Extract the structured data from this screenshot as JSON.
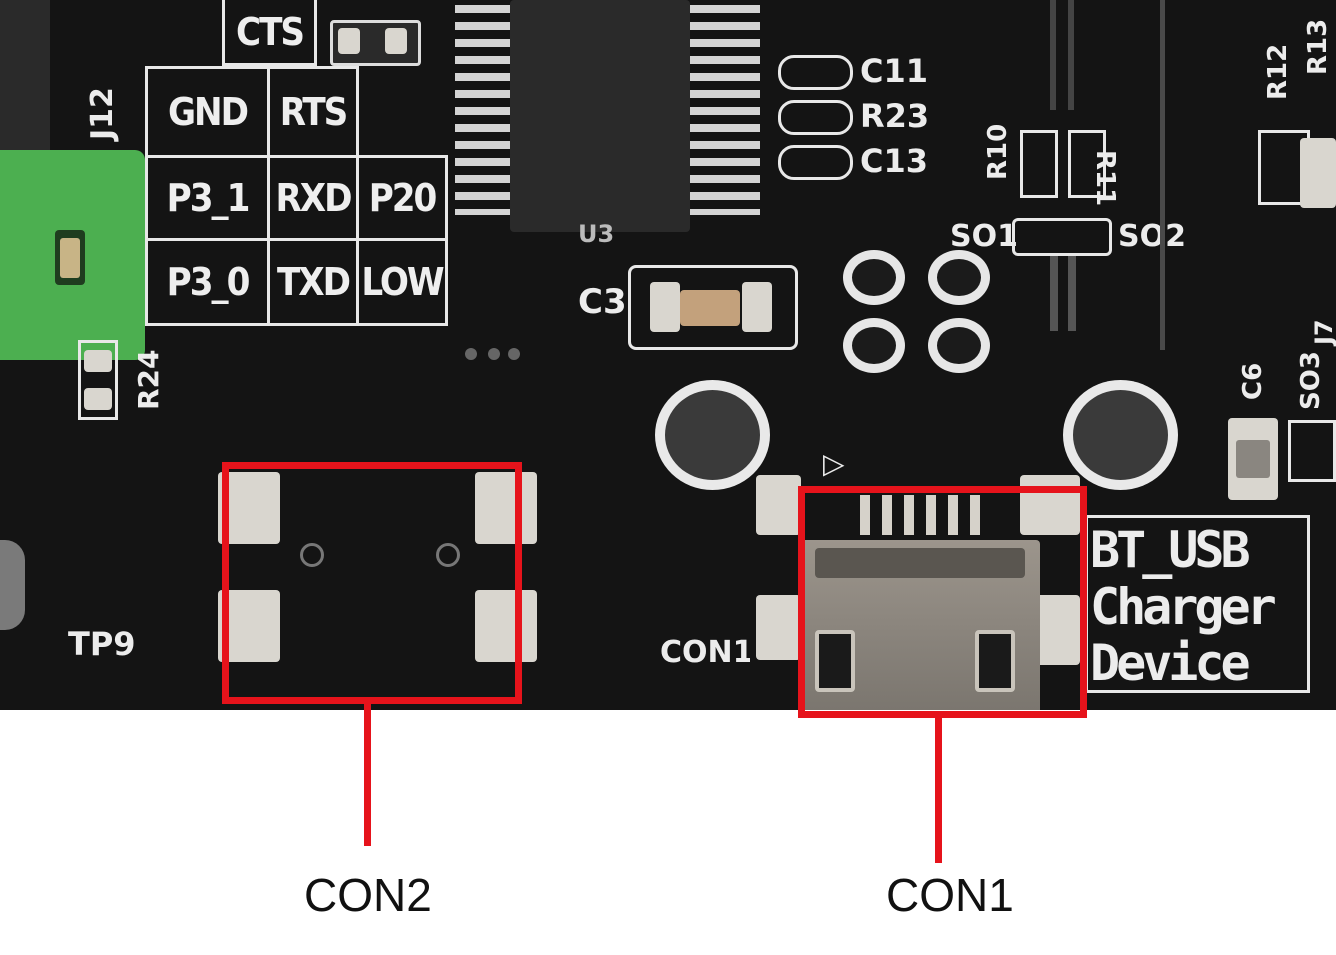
{
  "header_grid": {
    "cts": "CTS",
    "rows": [
      [
        "GND",
        "RTS"
      ],
      [
        "P3_1",
        "RXD",
        "P20"
      ],
      [
        "P3_0",
        "TXD",
        "LOW"
      ]
    ]
  },
  "silkscreen": {
    "j12": "J12",
    "r24": "R24",
    "c11": "C11",
    "r23": "R23",
    "c13": "C13",
    "c3": "C3",
    "u3": "U3",
    "r10": "R10",
    "r11": "R11",
    "so1": "SO1",
    "so2": "SO2",
    "so3": "SO3",
    "r12": "R12",
    "r13": "R13",
    "c6": "C6",
    "j7": "J7",
    "tp9": "TP9",
    "con1_small": "CON1",
    "device_label": [
      "BT_USB",
      "Charger",
      "Device"
    ]
  },
  "callouts": {
    "con2": "CON2",
    "con1": "CON1"
  },
  "colors": {
    "board": "#141414",
    "silkscreen": "#ececec",
    "highlight": "#e6131b",
    "connector_green": "#4caf50"
  }
}
